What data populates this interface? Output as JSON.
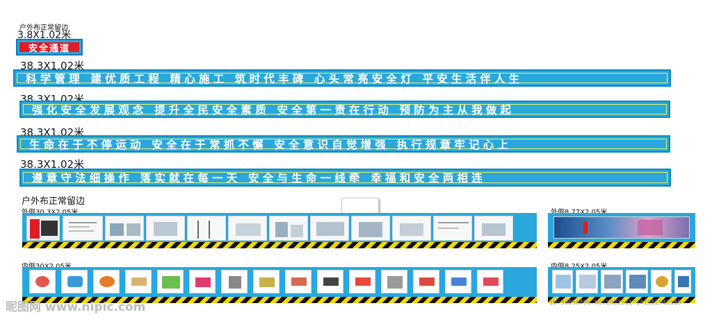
{
  "labels": {
    "top_note": "户外布正常留边",
    "safety_size": "3.8X1.02米",
    "banner_size_1": "38.3X1.02米",
    "banner_size_2": "38.3X1.02米",
    "banner_size_3": "38.3X1.02米",
    "banner_size_4": "38.3X1.02米",
    "mid_note": "户外布正常留边",
    "outer_left": "外侧30.3X2.05米",
    "outer_right": "外侧8.77X2.05米",
    "inner_left": "内侧30X2.05米",
    "inner_right": "内侧8.25X2.05米"
  },
  "safety_sign": {
    "text": "安全通道"
  },
  "banners": [
    {
      "text": "科学管理 建优质工程 精心施工 筑时代丰碑 心头常亮安全灯 平安生活伴人生"
    },
    {
      "text": "强化安全发展观念 提升全民安全素质 安全第一责在行动 预防为主从我做起"
    },
    {
      "text": "生命在于不停运动 安全在于常抓不懈 安全意识自觉增强 执行规章牢记心上"
    },
    {
      "text": "遵章守法细操作 落实就在每一天  安全与生命一线牵 幸福和安全两相连"
    }
  ],
  "watermark": {
    "site": "昵图网 www.nipic.com",
    "id": "ID:30056490 NO:20221117141552942108"
  },
  "colors": {
    "banner_blue": "#2aa7dc",
    "banner_border": "#0e86bd",
    "inner_border": "#e8f46a",
    "safety_red": "#e31b23",
    "hazard_yellow": "#f2d700",
    "hazard_black": "#111111"
  }
}
